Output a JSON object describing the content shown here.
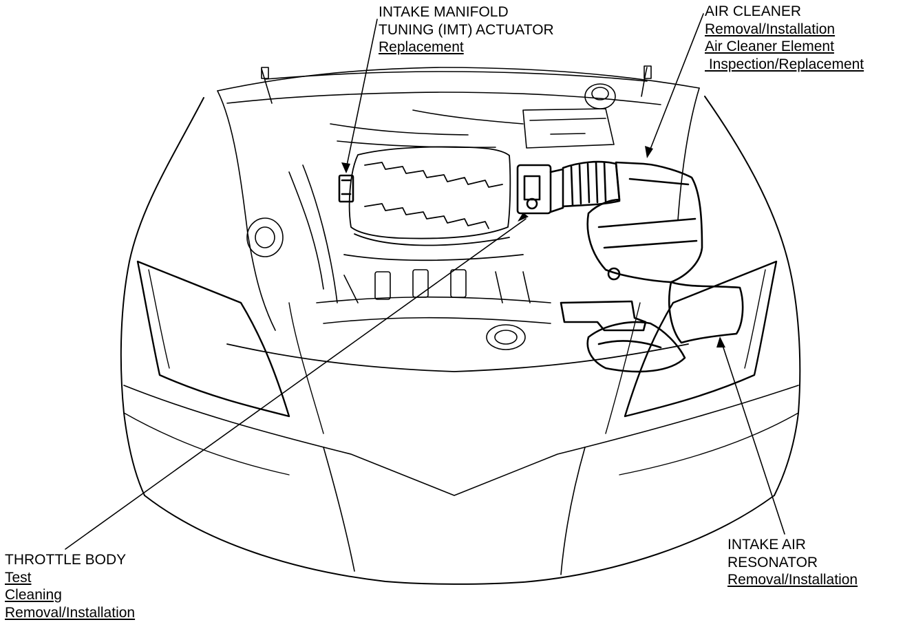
{
  "callouts": {
    "imt_actuator": {
      "heading_lines": [
        "INTAKE MANIFOLD",
        "TUNING (IMT) ACTUATOR"
      ],
      "links": [
        "Replacement"
      ]
    },
    "air_cleaner": {
      "heading_lines": [
        "AIR CLEANER"
      ],
      "links": [
        "Removal/Installation",
        "Air Cleaner Element",
        " Inspection/Replacement"
      ]
    },
    "throttle_body": {
      "heading_lines": [
        "THROTTLE BODY"
      ],
      "links": [
        "Test",
        "Cleaning",
        "Removal/Installation"
      ]
    },
    "intake_air_resonator": {
      "heading_lines": [
        "INTAKE AIR",
        "RESONATOR"
      ],
      "links": [
        "Removal/Installation"
      ]
    }
  },
  "colors": {
    "line": "#000000",
    "background": "#ffffff"
  }
}
